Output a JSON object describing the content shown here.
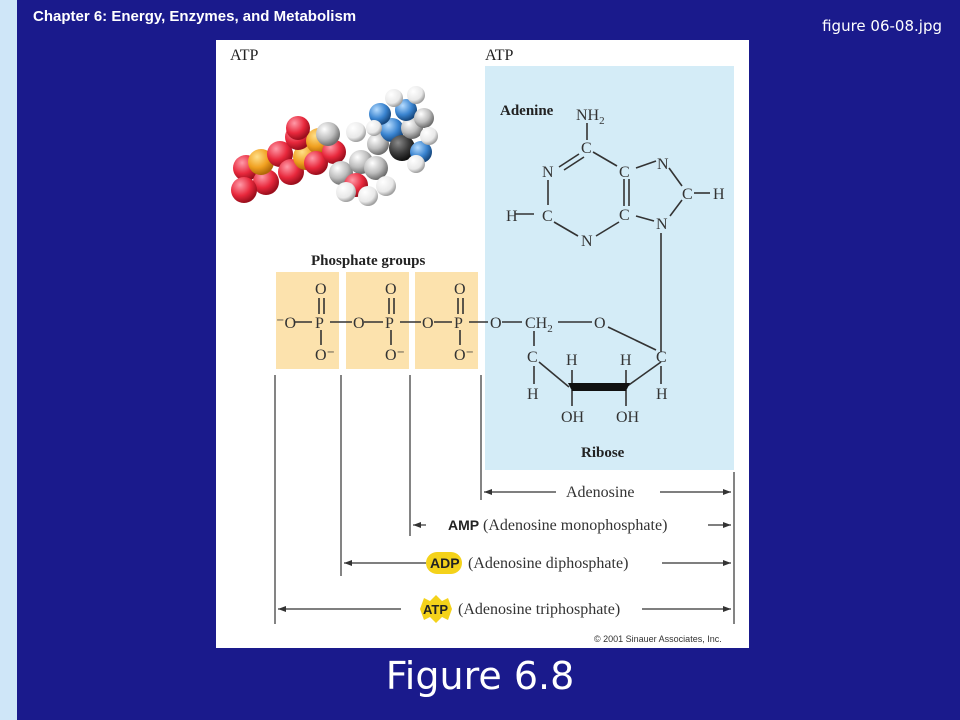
{
  "header": {
    "chapter_title": "Chapter 6: Energy, Enzymes, and Metabolism",
    "file_name": "figure 06-08.jpg"
  },
  "figure": {
    "atp_model_label": "ATP",
    "atp_structure_label": "ATP",
    "adenine_label": "Adenine",
    "phosphate_label": "Phosphate groups",
    "ribose_label": "Ribose",
    "nh2": "NH",
    "nh2_sub": "2",
    "ch2": "CH",
    "ch2_sub": "2",
    "atoms": {
      "C": "C",
      "N": "N",
      "H": "H",
      "O": "O",
      "P": "P",
      "o_minus": "O⁻",
      "minus_o": "⁻O",
      "oh": "OH"
    },
    "brackets": {
      "adenosine": "Adenosine",
      "amp_abbr": "AMP",
      "amp_text": "(Adenosine monophosphate)",
      "adp_abbr": "ADP",
      "adp_text": "(Adenosine diphosphate)",
      "atp_abbr": "ATP",
      "atp_text": "(Adenosine triphosphate)"
    },
    "copyright": "© 2001 Sinauer Associates, Inc."
  },
  "caption": "Figure 6.8",
  "colors": {
    "background": "#1a1a8c",
    "strip": "#cfe6f8",
    "adenosine_bg": "#d4ecf7",
    "phosphate_bg": "#fce2ad",
    "badge": "#f4d21a"
  }
}
